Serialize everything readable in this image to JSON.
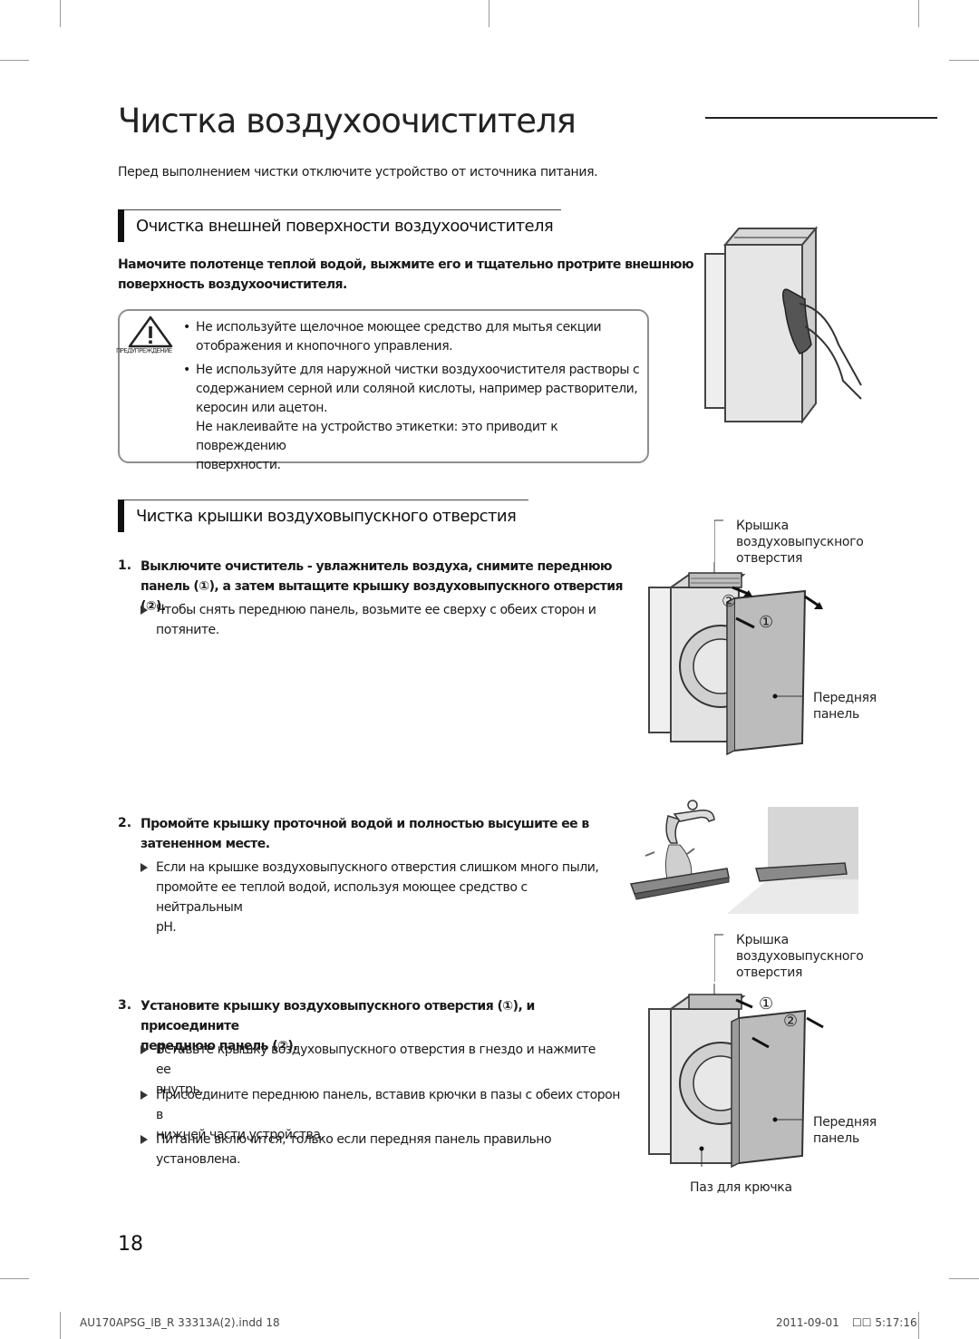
{
  "page": {
    "title": "Чистка воздухоочистителя",
    "intro": "Перед выполнением чистки отключите устройство от источника питания.",
    "page_number": "18"
  },
  "section1": {
    "heading": "Очистка внешней поверхности воздухоочистителя",
    "instruction_line1": "Намочите полотенце теплой водой, выжмите его и тщательно протрите внешнюю",
    "instruction_line2": "поверхность воздухоочистителя.",
    "warning": {
      "label": "ПРЕДУПРЕЖДЕНИЕ",
      "item1_line1": "Не используйте щелочное моющее средство для мытья секции",
      "item1_line2": "отображения и кнопочного управления.",
      "item2_line1": "Не используйте для наружной чистки воздухоочистителя растворы с",
      "item2_line2": "содержанием серной или соляной кислоты, например растворители,",
      "item2_line3": "керосин или ацетон.",
      "item2_line4": "Не наклеивайте на устройство этикетки: это приводит к повреждению",
      "item2_line5": "поверхности."
    }
  },
  "section2": {
    "heading": "Чистка крышки воздуховыпускного отверстия",
    "step1": {
      "number": "1.",
      "line1": "Выключите очиститель - увлажнитель воздуха, снимите переднюю",
      "line2": "панель (①), а затем вытащите крышку воздуховыпускного отверстия (②).",
      "sub1_line1": "Чтобы снять переднюю панель, возьмите ее сверху с обеих сторон и",
      "sub1_line2": "потяните."
    },
    "step2": {
      "number": "2.",
      "line1": "Промойте крышку проточной водой и полностью высушите ее в",
      "line2": "затененном месте.",
      "sub1_line1": "Если на крышке воздуховыпускного отверстия слишком много пыли,",
      "sub1_line2": "промойте ее теплой водой, используя моющее средство с нейтральным",
      "sub1_line3": "pH."
    },
    "step3": {
      "number": "3.",
      "line1": "Установите крышку воздуховыпускного отверстия (①), и присоедините",
      "line2": "переднюю панель (②).",
      "sub1_line1": "Вставьте крышку воздуховыпускного отверстия в гнездо и нажмите ее",
      "sub1_line2": "внутрь.",
      "sub2_line1": "Присоедините переднюю панель, вставив крючки в пазы с обеих сторон в",
      "sub2_line2": "нижней части устройства.",
      "sub3_line1": "Питание включится, только если передняя панель правильно",
      "sub3_line2": "установлена."
    }
  },
  "figures": {
    "fig1": {
      "cover_label_1": "Крышка",
      "cover_label_2": "воздуховыпускного",
      "cover_label_3": "отверстия",
      "front_label_1": "Передняя",
      "front_label_2": "панель",
      "marker_a": "②",
      "marker_b": "①"
    },
    "fig3": {
      "cover_label_1": "Крышка",
      "cover_label_2": "воздуховыпускного",
      "cover_label_3": "отверстия",
      "front_label_1": "Передняя",
      "front_label_2": "панель",
      "hook_label": "Паз для крючка",
      "marker_a": "①",
      "marker_b": "②"
    }
  },
  "footer": {
    "file": "AU170APSG_IB_R 33313A(2).indd   18",
    "date": "2011-09-01",
    "time": "☐☐ 5:17:16"
  }
}
